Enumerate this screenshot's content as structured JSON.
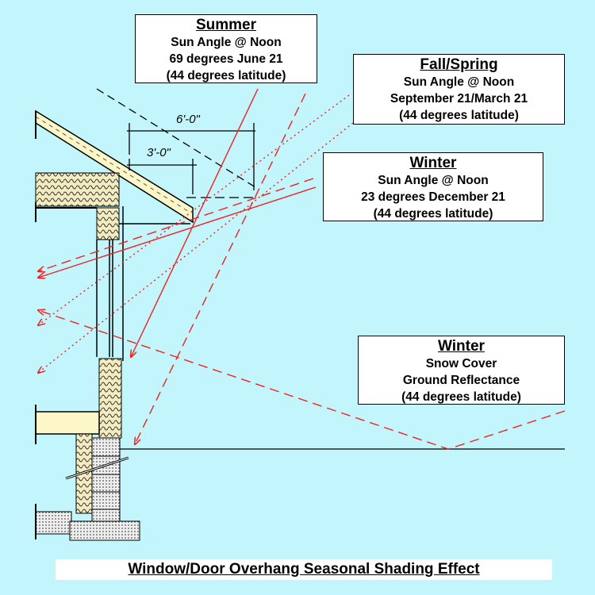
{
  "boxes": {
    "summer": {
      "heading": "Summer",
      "lines": [
        "Sun Angle @ Noon",
        "69 degrees June 21",
        "(44 degrees latitude)"
      ]
    },
    "fall_spring": {
      "heading": "Fall/Spring",
      "lines": [
        "Sun Angle @ Noon",
        "September 21/March 21",
        "(44 degrees latitude)"
      ]
    },
    "winter": {
      "heading": "Winter",
      "lines": [
        "Sun Angle @ Noon",
        "23 degrees December 21",
        "(44 degrees latitude)"
      ]
    },
    "winter_snow": {
      "heading": "Winter",
      "lines": [
        "Snow Cover",
        "Ground Reflectance",
        "(44 degrees latitude)"
      ]
    }
  },
  "dimensions": {
    "overhang_6ft": "6'-0\"",
    "overhang_3ft": "3'-0\""
  },
  "title": "Window/Door Overhang Seasonal Shading Effect",
  "colors": {
    "background": "#c2f6fc",
    "sun_ray": "#ee2222",
    "wood": "#fdf6c8"
  }
}
